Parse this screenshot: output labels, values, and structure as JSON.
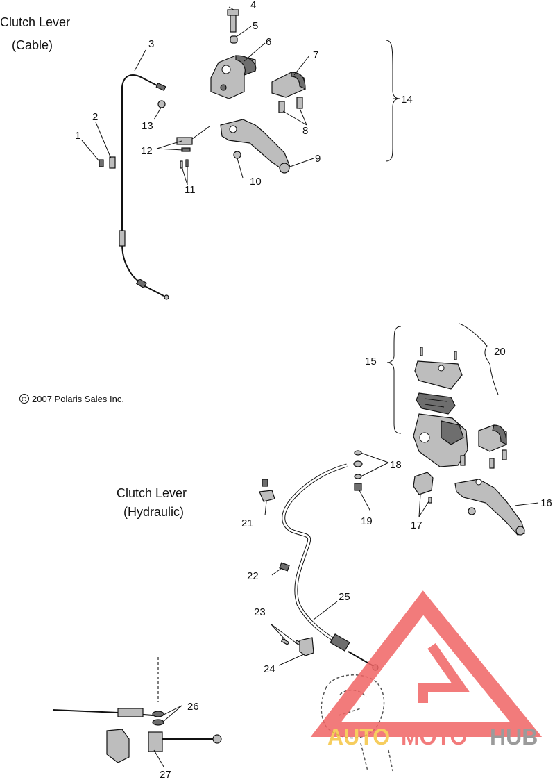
{
  "titles": {
    "cable_line1": "Clutch Lever",
    "cable_line2": "(Cable)",
    "hydraulic_line1": "Clutch Lever",
    "hydraulic_line2": "(Hydraulic)"
  },
  "copyright": "2007 Polaris Sales Inc.",
  "copyright_symbol": "C",
  "watermark": {
    "auto": "AUTO",
    "moto": "MOTO",
    "hub": "HUB",
    "color_red": "#f06464",
    "color_orange": "#f5c542",
    "color_gray": "#8a8a8a"
  },
  "callouts": [
    {
      "id": "1",
      "text": "1"
    },
    {
      "id": "2",
      "text": "2"
    },
    {
      "id": "3",
      "text": "3"
    },
    {
      "id": "4",
      "text": "4"
    },
    {
      "id": "5",
      "text": "5"
    },
    {
      "id": "6",
      "text": "6"
    },
    {
      "id": "7",
      "text": "7"
    },
    {
      "id": "8",
      "text": "8"
    },
    {
      "id": "9",
      "text": "9"
    },
    {
      "id": "10",
      "text": "10"
    },
    {
      "id": "11",
      "text": "11"
    },
    {
      "id": "12",
      "text": "12"
    },
    {
      "id": "13",
      "text": "13"
    },
    {
      "id": "14",
      "text": "14"
    },
    {
      "id": "15",
      "text": "15"
    },
    {
      "id": "16",
      "text": "16"
    },
    {
      "id": "17",
      "text": "17"
    },
    {
      "id": "18",
      "text": "18"
    },
    {
      "id": "19",
      "text": "19"
    },
    {
      "id": "20",
      "text": "20"
    },
    {
      "id": "21",
      "text": "21"
    },
    {
      "id": "22",
      "text": "22"
    },
    {
      "id": "23",
      "text": "23"
    },
    {
      "id": "24",
      "text": "24"
    },
    {
      "id": "25",
      "text": "25"
    },
    {
      "id": "26",
      "text": "26"
    },
    {
      "id": "27",
      "text": "27"
    }
  ]
}
